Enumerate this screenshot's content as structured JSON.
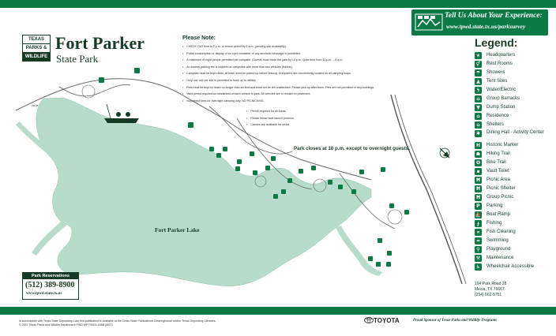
{
  "survey": {
    "title": "Tell Us About Your Experience:",
    "url": "www.tpwd.state.tx.us/parksurvey"
  },
  "logo": {
    "lines": [
      "TEXAS",
      "PARKS &",
      "WILDLIFE"
    ]
  },
  "park": {
    "name": "Fort Parker",
    "subtitle": "State Park"
  },
  "notes": {
    "title": "Please Note:",
    "items": [
      "CHECK OUT time is 2 p.m. or renew permit by 8 a.m. (pending site availability).",
      "Public consumption or display of an open container of any alcoholic beverage is prohibited.",
      "A maximum of eight people permitted per campsite. (Guests must leave the park by 10 p.m. Quiet time from 10 p.m. – 6 a.m.",
      "An excess parking fee is required at campsites with more than two vehicles (trailers).",
      "Campsite must be kept clean; all trash must be picked up before leaving. Dumpsters are conveniently located on all camping loops.",
      "Only one unit per site is permitted to hook up to utilities.",
      "Pets must be kept on leash no longer than six feet and must not be left unattended. Please pick up after them. Pets are not permitted in any buildings.",
      "Valid permit required on windshield of each vehicle in park. All vehicles are to remain on pavement.",
      "Numbered sites for overnight camping only. NO PICNICKING.",
      "Permit required for all areas."
    ],
    "sub_items": [
      "Please follow boat launch protocol.",
      "Canoes are available for rental."
    ]
  },
  "map": {
    "close_note": "Park closes at 10 p.m. except to overnight guests.",
    "lake_label": "Fort Parker Lake"
  },
  "reservations": {
    "title": "Park Reservations",
    "phone": "(512) 389-8900",
    "url": "www.tpwd.state.tx.us"
  },
  "legend": {
    "title": "Legend:",
    "items": [
      {
        "label": "Headquarters",
        "icon": "star-icon",
        "glyph": "★"
      },
      {
        "label": "Rest Rooms",
        "icon": "restroom-icon",
        "glyph": "⚥"
      },
      {
        "label": "Showers",
        "icon": "shower-icon",
        "glyph": "☂"
      },
      {
        "label": "Tent Sites",
        "icon": "tent-icon",
        "glyph": "▲"
      },
      {
        "label": "Water/Electric",
        "icon": "water-electric-icon",
        "glyph": "ϟ"
      },
      {
        "label": "Group Barracks",
        "icon": "barracks-icon",
        "glyph": "⌂"
      },
      {
        "label": "Dump Station",
        "icon": "dump-station-icon",
        "glyph": "▼"
      },
      {
        "label": "Residence",
        "icon": "residence-icon",
        "glyph": "⌂"
      },
      {
        "label": "Shelters",
        "icon": "shelter-icon",
        "glyph": "⌂"
      },
      {
        "label": "Dining Hall - Activity Center",
        "icon": "dining-hall-icon",
        "glyph": "✱"
      },
      {
        "label": "Historic Marker",
        "icon": "historic-marker-icon",
        "glyph": "H"
      },
      {
        "label": "Hiking Trail",
        "icon": "hiking-icon",
        "glyph": "☗"
      },
      {
        "label": "Bike Trail",
        "icon": "bike-icon",
        "glyph": "ʘ"
      },
      {
        "label": "Vault Toilet",
        "icon": "vault-toilet-icon",
        "glyph": "▪"
      },
      {
        "label": "Picnic Area",
        "icon": "picnic-area-icon",
        "glyph": "Ħ"
      },
      {
        "label": "Picnic Shelter",
        "icon": "picnic-shelter-icon",
        "glyph": "Ħ"
      },
      {
        "label": "Group Picnic",
        "icon": "group-picnic-icon",
        "glyph": "Ħ"
      },
      {
        "label": "Parking",
        "icon": "parking-icon",
        "glyph": "P"
      },
      {
        "label": "Boat Ramp",
        "icon": "boat-ramp-icon",
        "glyph": "⛵"
      },
      {
        "label": "Fishing",
        "icon": "fishing-icon",
        "glyph": "ɟ"
      },
      {
        "label": "Fish Cleaning",
        "icon": "fish-cleaning-icon",
        "glyph": "∝"
      },
      {
        "label": "Swimming",
        "icon": "swimming-icon",
        "glyph": "≈"
      },
      {
        "label": "Playground",
        "icon": "playground-icon",
        "glyph": "⚲"
      },
      {
        "label": "Maintenance",
        "icon": "maintenance-icon",
        "glyph": "⚒"
      },
      {
        "label": "Wheelchair Accessible",
        "icon": "wheelchair-icon",
        "glyph": "♿"
      }
    ]
  },
  "address": {
    "line1": "194 Park Road 28",
    "line2": "Mexia, TX 76667",
    "phone": "(254) 562-5751"
  },
  "footer": {
    "line1": "In accordance with Texas State Depository Law, this publication is available at the Texas State Publications Clearinghouse and/or Texas Depository Libraries.",
    "line2": "© 2007 Texas Parks and Wildlife Department   PWD MP P4503-036B (8/07)",
    "sponsor_name": "TOYOTA",
    "sponsor_text": "Proud Sponsor of Texas Parks and Wildlife Programs"
  },
  "colors": {
    "brand_green": "#0c7a45",
    "lake": "#b7dccb",
    "text_dark": "#173a26"
  }
}
